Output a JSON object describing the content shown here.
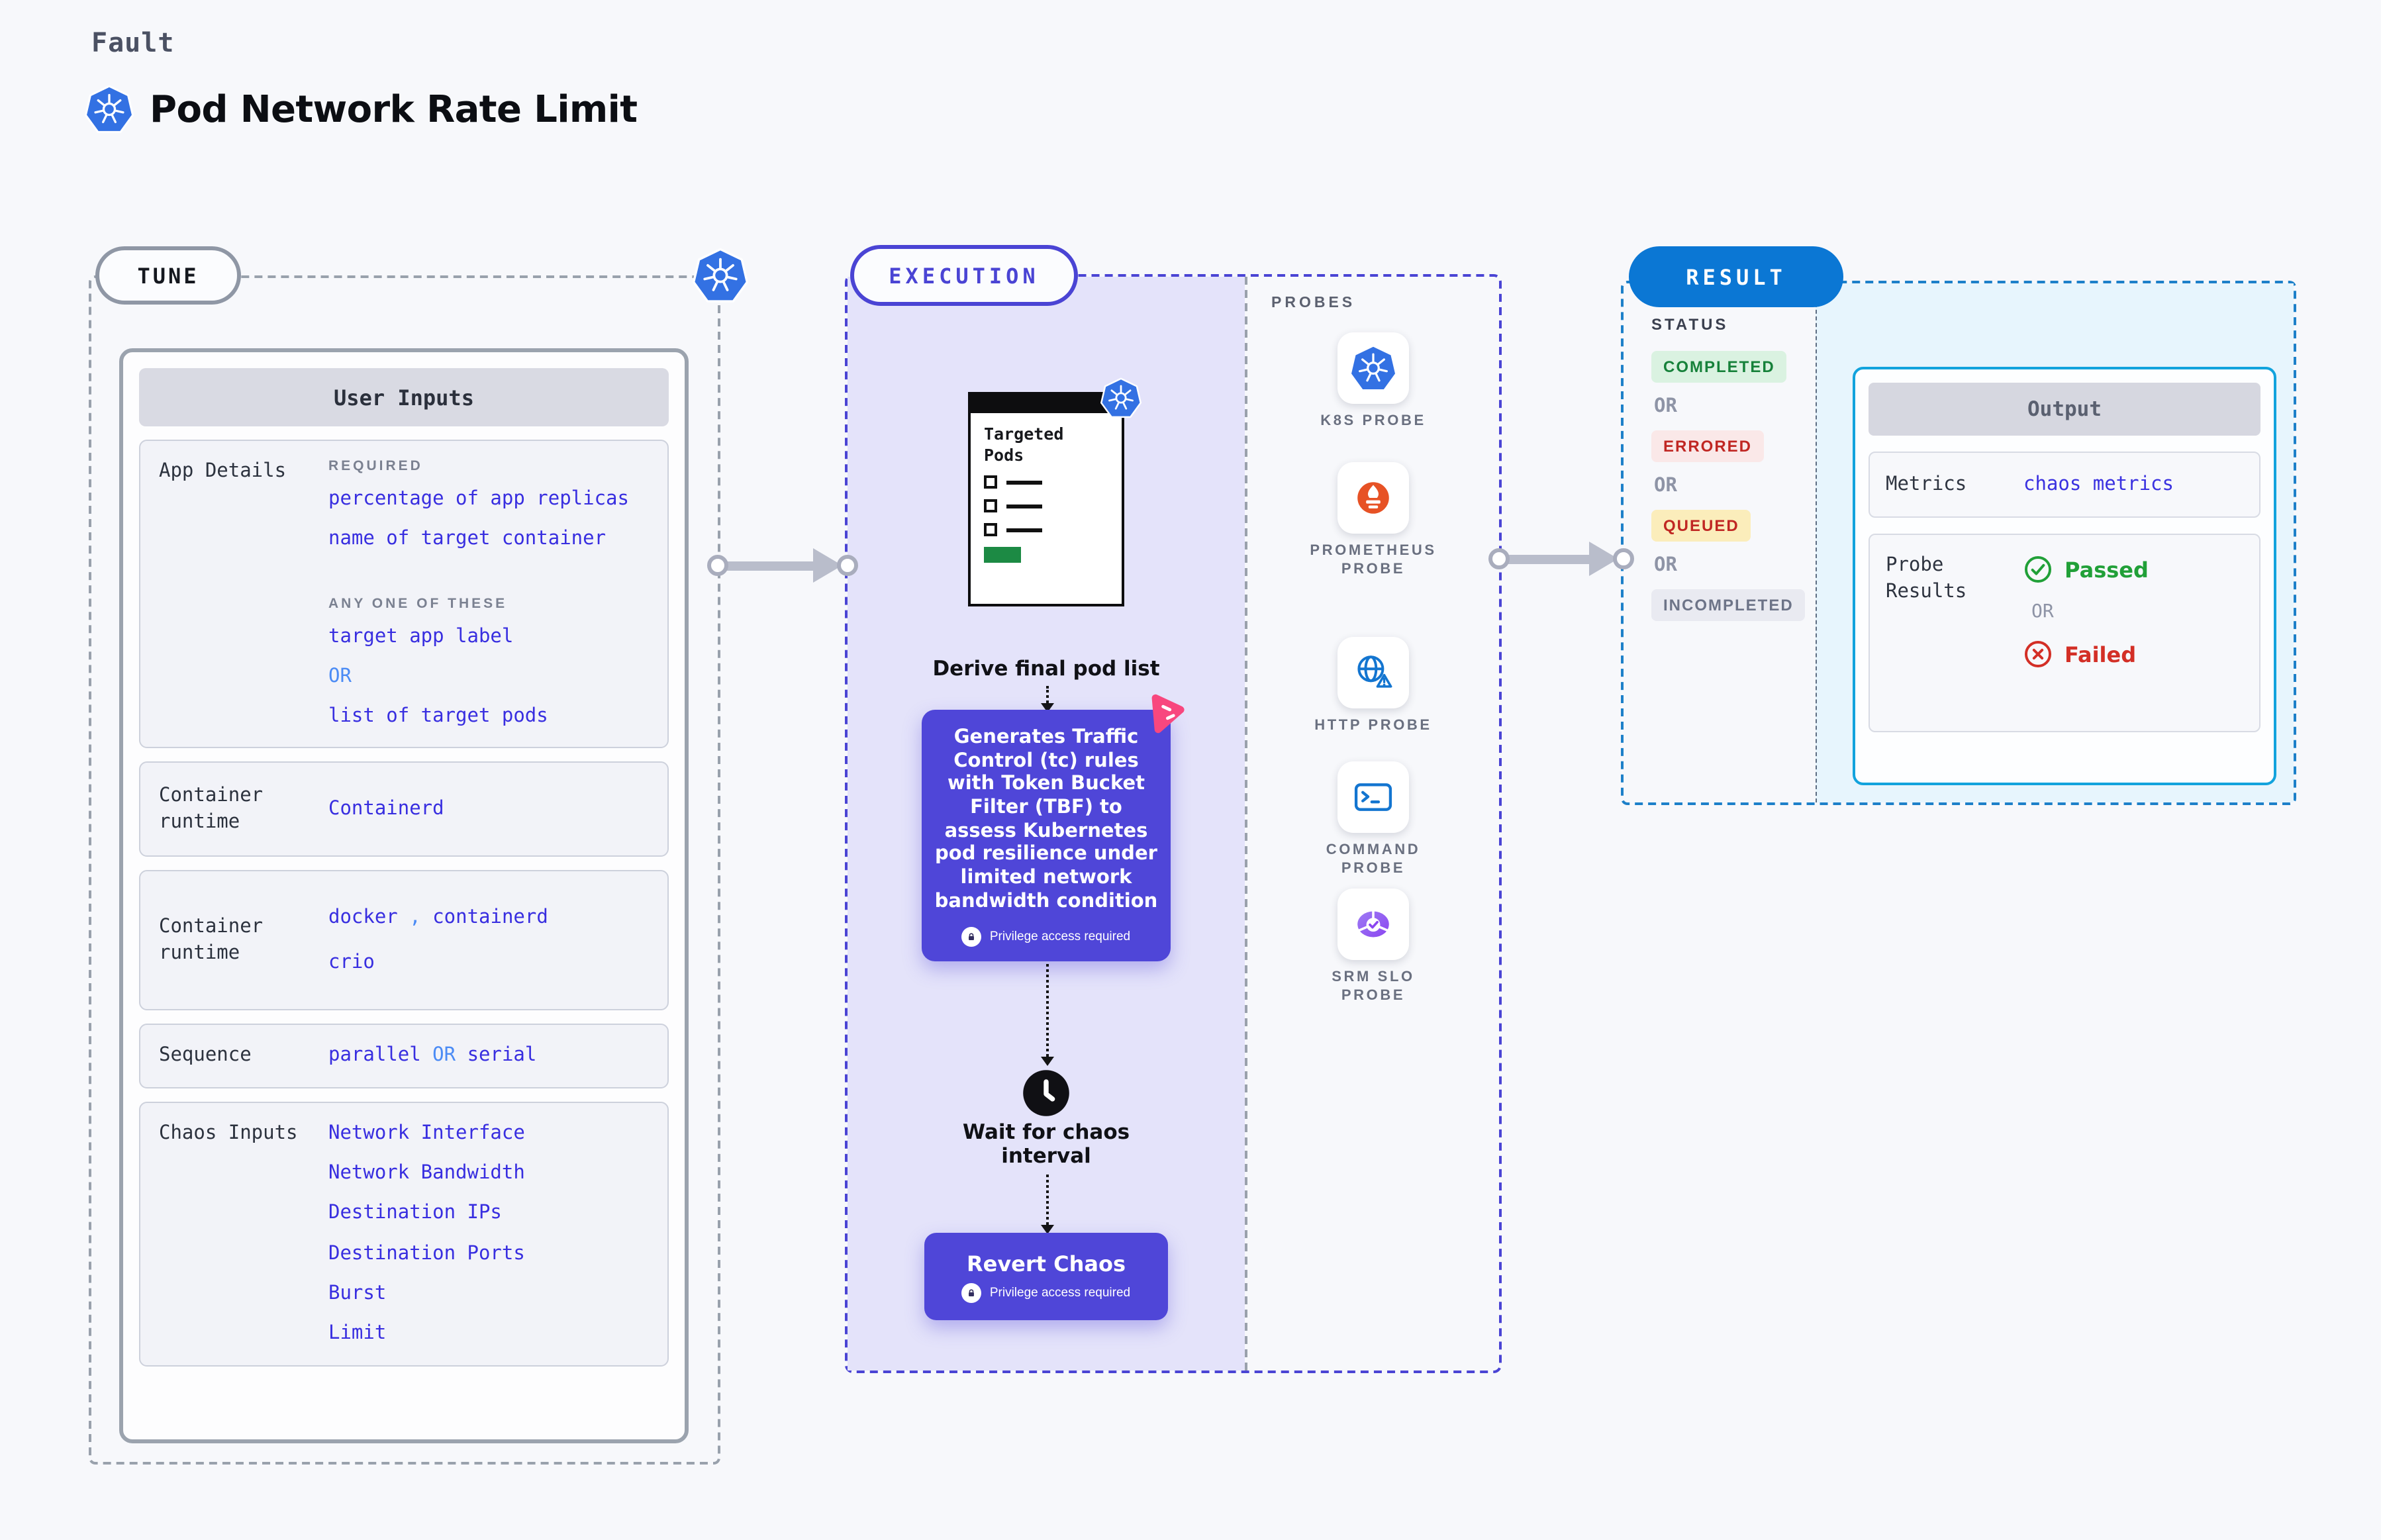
{
  "header": {
    "kicker": "Fault",
    "title": "Pod Network Rate Limit"
  },
  "tune": {
    "badge": "TUNE",
    "panel_title": "User Inputs",
    "app_details": {
      "label": "App Details",
      "required_caption": "REQUIRED",
      "required_items": [
        "percentage of app replicas",
        "name of target container"
      ],
      "any_caption": "ANY ONE OF THESE",
      "any_item_1": "target app label",
      "any_or": "OR",
      "any_item_2": "list of target pods"
    },
    "runtime1": {
      "label": "Container runtime",
      "value": "Containerd"
    },
    "runtime2": {
      "label": "Container runtime",
      "part1": "docker",
      "comma": ",",
      "part2": "containerd",
      "value2": "crio"
    },
    "sequence": {
      "label": "Sequence",
      "part1": "parallel",
      "or": "OR",
      "part2": "serial"
    },
    "chaos_inputs": {
      "label": "Chaos Inputs",
      "items": [
        "Network Interface",
        "Network Bandwidth",
        "Destination IPs",
        "Destination Ports",
        "Burst",
        "Limit"
      ]
    }
  },
  "execution": {
    "badge": "EXECUTION",
    "window_title": "Targeted Pods",
    "derive_step": "Derive final pod list",
    "action_text": "Generates Traffic Control (tc) rules with Token Bucket Filter (TBF) to assess Kubernetes pod resilience under limited network bandwidth condition",
    "privilege_note": "Privilege access required",
    "wait_step": "Wait for chaos interval",
    "revert_label": "Revert Chaos"
  },
  "probes": {
    "title": "PROBES",
    "items": [
      {
        "name": "K8S PROBE",
        "icon": "kubernetes-icon"
      },
      {
        "name": "PROMETHEUS PROBE",
        "icon": "prometheus-icon"
      },
      {
        "name": "HTTP PROBE",
        "icon": "globe-warning-icon"
      },
      {
        "name": "COMMAND PROBE",
        "icon": "terminal-icon"
      },
      {
        "name": "SRM SLO PROBE",
        "icon": "slo-gauge-icon"
      }
    ]
  },
  "result": {
    "badge": "RESULT",
    "status_title": "STATUS",
    "or_label": "OR",
    "statuses": [
      {
        "label": "COMPLETED",
        "color": "#16813a",
        "bg": "#daf2e1"
      },
      {
        "label": "ERRORED",
        "color": "#c02723",
        "bg": "#fae8e8"
      },
      {
        "label": "QUEUED",
        "color": "#c02723",
        "bg": "#fbedbb"
      },
      {
        "label": "INCOMPLETED",
        "color": "#6d7488",
        "bg": "#e9eaf1"
      }
    ],
    "output": {
      "title": "Output",
      "metrics_label": "Metrics",
      "metrics_value": "chaos metrics",
      "probe_results_label": "Probe Results",
      "passed": "Passed",
      "or": "OR",
      "failed": "Failed"
    }
  },
  "colors": {
    "page_bg": "#f7f8fb",
    "accent_indigo": "#4a44d4",
    "execution_fill": "#e4e3fa",
    "action_purple": "#4f46d8",
    "value_blue": "#382ee0",
    "or_light_blue": "#4b8bf5",
    "result_pill_blue": "#0b77d4",
    "result_dash_blue": "#1d80c9",
    "result_cyan_bg": "#e7f5fd",
    "output_border_cyan": "#12a3dd",
    "passed_green": "#21a038",
    "failed_red": "#d32f26",
    "kubernetes_blue": "#3371e3",
    "prometheus_orange": "#e75225",
    "litmus_pink": "#f8477e"
  }
}
